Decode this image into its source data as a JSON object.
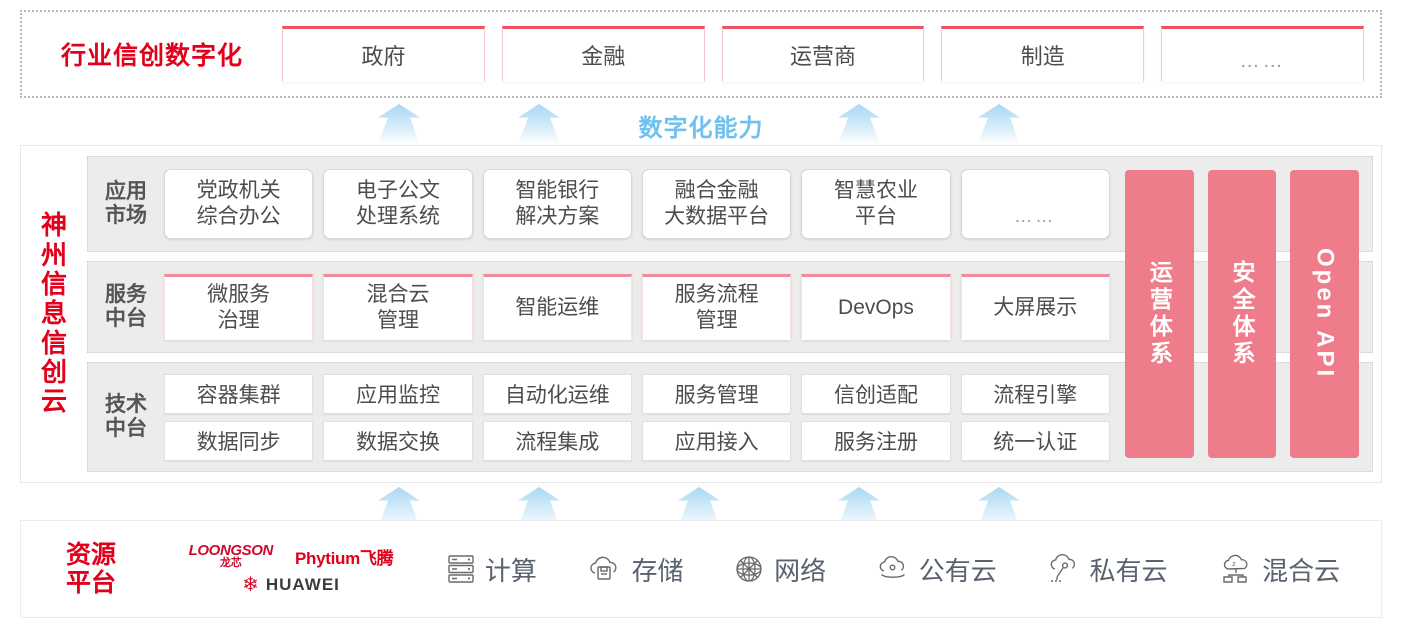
{
  "industry": {
    "title": "行业信创数字化",
    "boxes": [
      {
        "label": "政府",
        "dots": false
      },
      {
        "label": "金融",
        "dots": false
      },
      {
        "label": "运营商",
        "dots": false
      },
      {
        "label": "制造",
        "dots": false
      },
      {
        "label": "……",
        "dots": true
      }
    ]
  },
  "digital_capability_label": "数字化能力",
  "cloud": {
    "title_chars": [
      "神",
      "州",
      "信",
      "息",
      "信",
      "创",
      "云"
    ],
    "rows": [
      {
        "label_line1": "应用",
        "label_line2": "市场",
        "cells": [
          {
            "line1": "党政机关",
            "line2": "综合办公",
            "dots": false
          },
          {
            "line1": "电子公文",
            "line2": "处理系统",
            "dots": false
          },
          {
            "line1": "智能银行",
            "line2": "解决方案",
            "dots": false
          },
          {
            "line1": "融合金融",
            "line2": "大数据平台",
            "dots": false
          },
          {
            "line1": "智慧农业",
            "line2": "平台",
            "dots": false
          },
          {
            "line1": "……",
            "line2": "",
            "dots": true
          }
        ]
      },
      {
        "label_line1": "服务",
        "label_line2": "中台",
        "cells": [
          {
            "line1": "微服务",
            "line2": "治理"
          },
          {
            "line1": "混合云",
            "line2": "管理"
          },
          {
            "line1": "智能运维",
            "line2": ""
          },
          {
            "line1": "服务流程",
            "line2": "管理"
          },
          {
            "line1": "DevOps",
            "line2": ""
          },
          {
            "line1": "大屏展示",
            "line2": ""
          }
        ]
      },
      {
        "label_line1": "技术",
        "label_line2": "中台",
        "row_a": [
          "容器集群",
          "应用监控",
          "自动化运维",
          "服务管理",
          "信创适配",
          "流程引擎"
        ],
        "row_b": [
          "数据同步",
          "数据交换",
          "流程集成",
          "应用接入",
          "服务注册",
          "统一认证"
        ]
      }
    ],
    "pillars": [
      {
        "label": "运营体系",
        "latin": false
      },
      {
        "label": "安全体系",
        "latin": false
      },
      {
        "label": "Open API",
        "latin": true
      }
    ]
  },
  "resource": {
    "title_line1": "资源",
    "title_line2": "平台",
    "vendors": {
      "loongson_en": "LOONGSON",
      "loongson_cn": "龙芯",
      "phytium": "Phytium飞腾",
      "huawei": "HUAWEI"
    },
    "items": [
      {
        "label": "计算",
        "icon": "server-icon"
      },
      {
        "label": "存储",
        "icon": "cloud-storage-icon"
      },
      {
        "label": "网络",
        "icon": "network-mesh-icon"
      },
      {
        "label": "公有云",
        "icon": "public-cloud-icon"
      },
      {
        "label": "私有云",
        "icon": "private-cloud-icon"
      },
      {
        "label": "混合云",
        "icon": "hybrid-cloud-icon"
      }
    ]
  },
  "colors": {
    "brand_red": "#e2001a",
    "pink_accent": "#ef4f63",
    "pillar_pink": "#ef7c8a",
    "arrow_blue": "#a9d7f5",
    "label_blue": "#6fc1ef",
    "band_gray": "#ececec"
  }
}
